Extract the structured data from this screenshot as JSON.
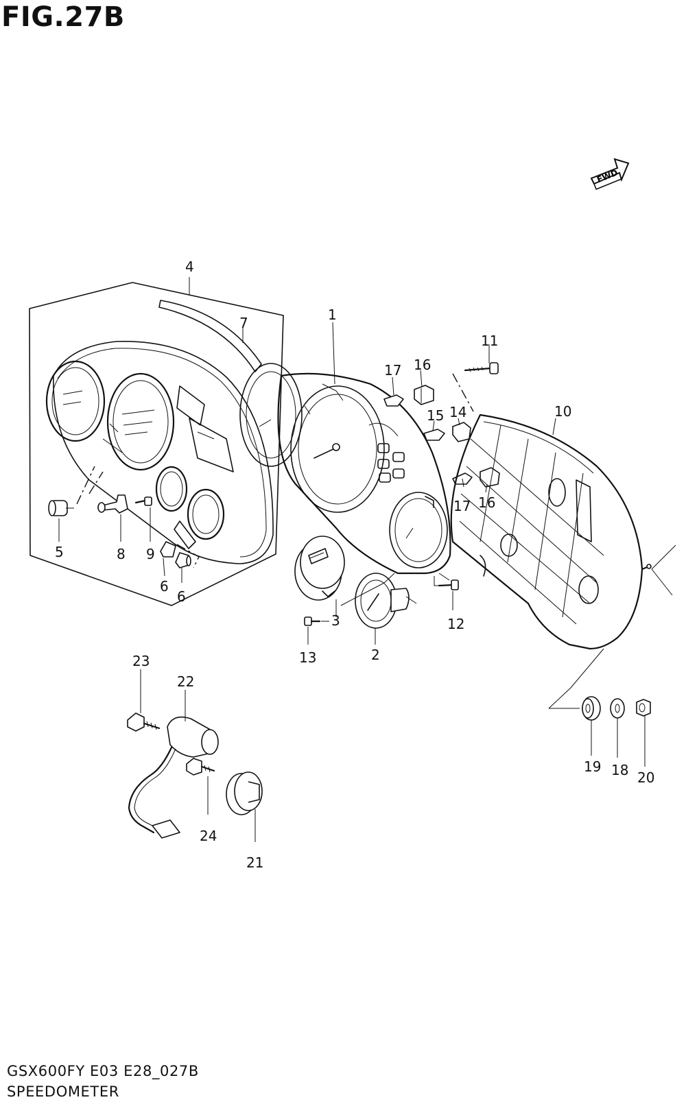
{
  "figure": {
    "title": "FIG.27B",
    "fwd_label": "FWD"
  },
  "callouts": [
    "1",
    "2",
    "3",
    "4",
    "5",
    "6",
    "6",
    "7",
    "8",
    "9",
    "10",
    "11",
    "12",
    "13",
    "14",
    "15",
    "16",
    "16",
    "17",
    "17",
    "18",
    "19",
    "20",
    "21",
    "22",
    "23",
    "24"
  ],
  "footer": {
    "model_code": "GSX600FY E03 E28_027B",
    "section_name": "SPEEDOMETER"
  }
}
